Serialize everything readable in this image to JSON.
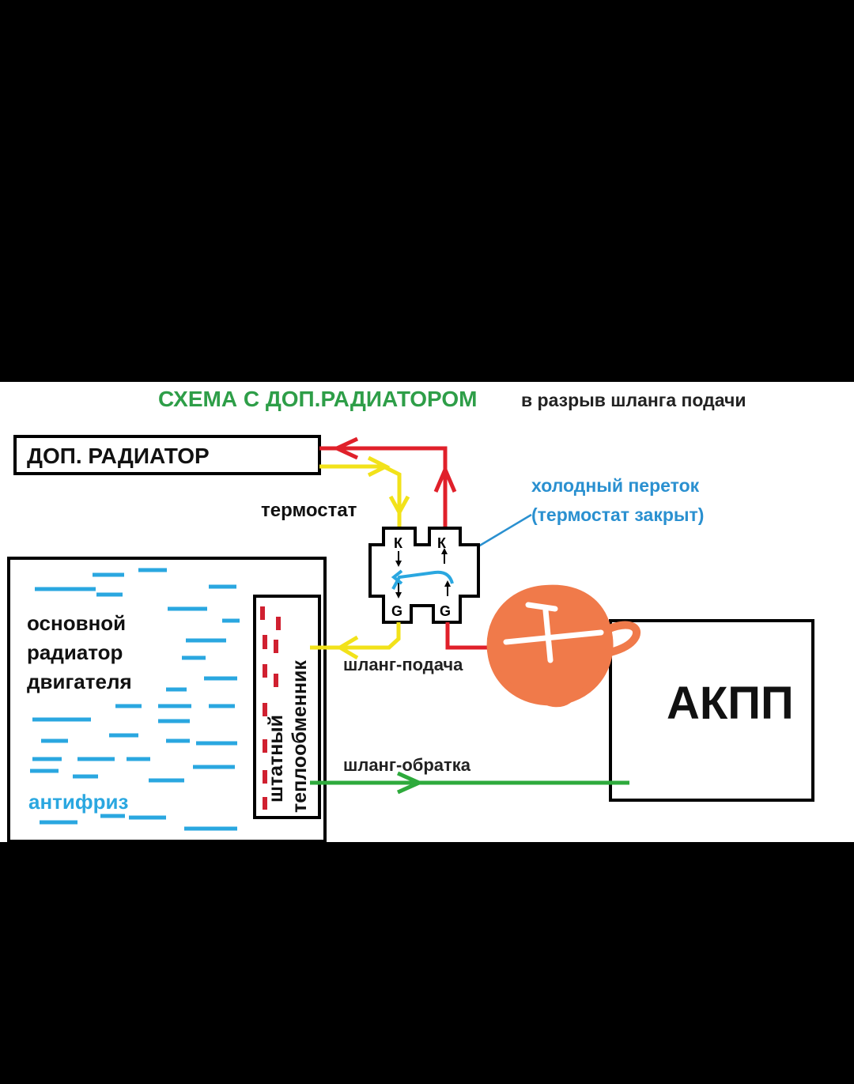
{
  "title": {
    "main": "СХЕМА С ДОП.РАДИАТОРОМ",
    "suffix": "в разрыв шланга подачи"
  },
  "labels": {
    "aux_radiator": "ДОП. РАДИАТОР",
    "thermostat": "термостат",
    "cold_bypass_line1": "холодный переток",
    "cold_bypass_line2": "(термостат закрыт)",
    "main_radiator_line1": "основной",
    "main_radiator_line2": "радиатор",
    "main_radiator_line3": "двигателя",
    "stock_exchanger_line1": "штатный",
    "stock_exchanger_line2": "теплообменник",
    "supply_hose": "шланг-подача",
    "return_hose": "шланг-обратка",
    "antifreeze": "антифриз",
    "transmission": "АКПП",
    "port_k_left": "К",
    "port_k_right": "К",
    "port_g_left": "G",
    "port_g_right": "G"
  },
  "colors": {
    "background": "#000000",
    "canvas": "#ffffff",
    "title_green": "#2e9e48",
    "hot_red": "#e0202a",
    "flow_yellow": "#f2e21a",
    "return_green": "#2eaa3c",
    "coolant_blue": "#2aa7e0",
    "cold_blue_text": "#2a90d0",
    "scribble_orange": "#f07a4a",
    "outline_black": "#000000"
  }
}
